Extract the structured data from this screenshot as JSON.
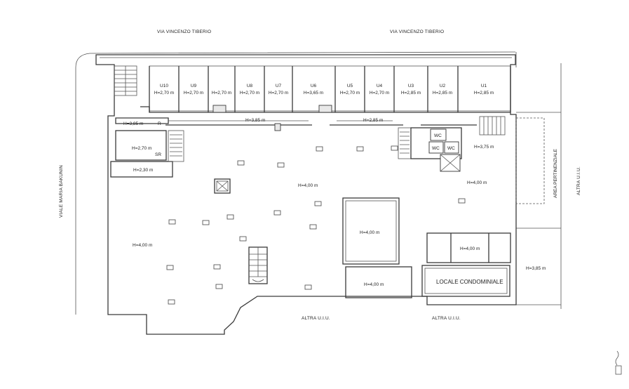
{
  "streets": {
    "top_left": "VIA VINCENZO TIBERIO",
    "top_right": "VIA VINCENZO TIBERIO",
    "left": "VIALE MARIA BAKUNIN",
    "right": "ALTRA U.I.U.",
    "bottom_left": "ALTRA U.I.U.",
    "bottom_right": "ALTRA U.I.U."
  },
  "units": [
    {
      "name": "U10",
      "height": "H=2,70 m"
    },
    {
      "name": "U9",
      "height": "H=2,70 m"
    },
    {
      "name": "",
      "height": "H=2,70 m"
    },
    {
      "name": "U8",
      "height": "H=2,70 m"
    },
    {
      "name": "U7",
      "height": "H=2,70 m"
    },
    {
      "name": "U6",
      "height": "H=3,65 m"
    },
    {
      "name": "U5",
      "height": "H=2,70 m"
    },
    {
      "name": "U4",
      "height": "H=2,70 m"
    },
    {
      "name": "U3",
      "height": "H=2,85 m"
    },
    {
      "name": "U2",
      "height": "H=2,85 m"
    },
    {
      "name": "U1",
      "height": "H=2,85 m"
    }
  ],
  "corridors": {
    "left_small": "H=3,85 m",
    "r_label": "R",
    "mid": "H=3,85 m",
    "right": "H=2,85 m"
  },
  "rooms": {
    "sr_height": "H=2,70 m",
    "sr_label": "SR",
    "below_sr": "H=2,30 m",
    "main_center": "H=4,00 m",
    "main_right": "H=4,00 m",
    "main_left": "H=4,00 m",
    "inner_block": "H=4,00 m",
    "right_small": "H=4,00 m",
    "bottom_center": "H=4,00 m",
    "wc_area": "H=3,75 m",
    "far_right": "H=3,85 m"
  },
  "wc": [
    "WC",
    "WC",
    "WC"
  ],
  "pertinence": "AREA PERTINENZIALE",
  "condominium": "LOCALE CONDOMINIALE"
}
